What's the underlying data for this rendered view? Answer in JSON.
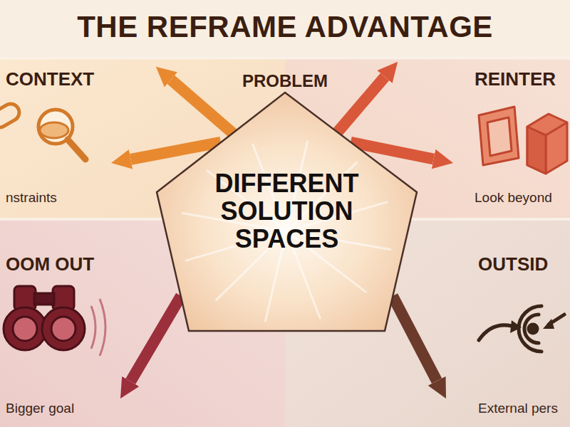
{
  "diagram": {
    "title": "THE REFRAME ADVANTAGE",
    "nodes": [
      {
        "text": [
          "CONTEXT",
          "nstraints"
        ]
      },
      {
        "text": [
          "REINTER",
          "Look beyond"
        ]
      },
      {
        "text": [
          "DIFFERENT SOLUTION SPACES"
        ]
      },
      {
        "text": [
          "OOM OUT",
          "Bigger goal"
        ]
      },
      {
        "text": [
          "OUTSID",
          "External pers"
        ]
      }
    ],
    "edges": [
      {
        "from": 2,
        "to": 0,
        "arrow": "to"
      },
      {
        "from": 2,
        "to": 1,
        "arrow": "to"
      },
      {
        "from": 2,
        "to": 3,
        "arrow": "to"
      },
      {
        "from": 2,
        "to": 4,
        "arrow": "to"
      }
    ],
    "labels": [
      "PROBLEM"
    ]
  }
}
